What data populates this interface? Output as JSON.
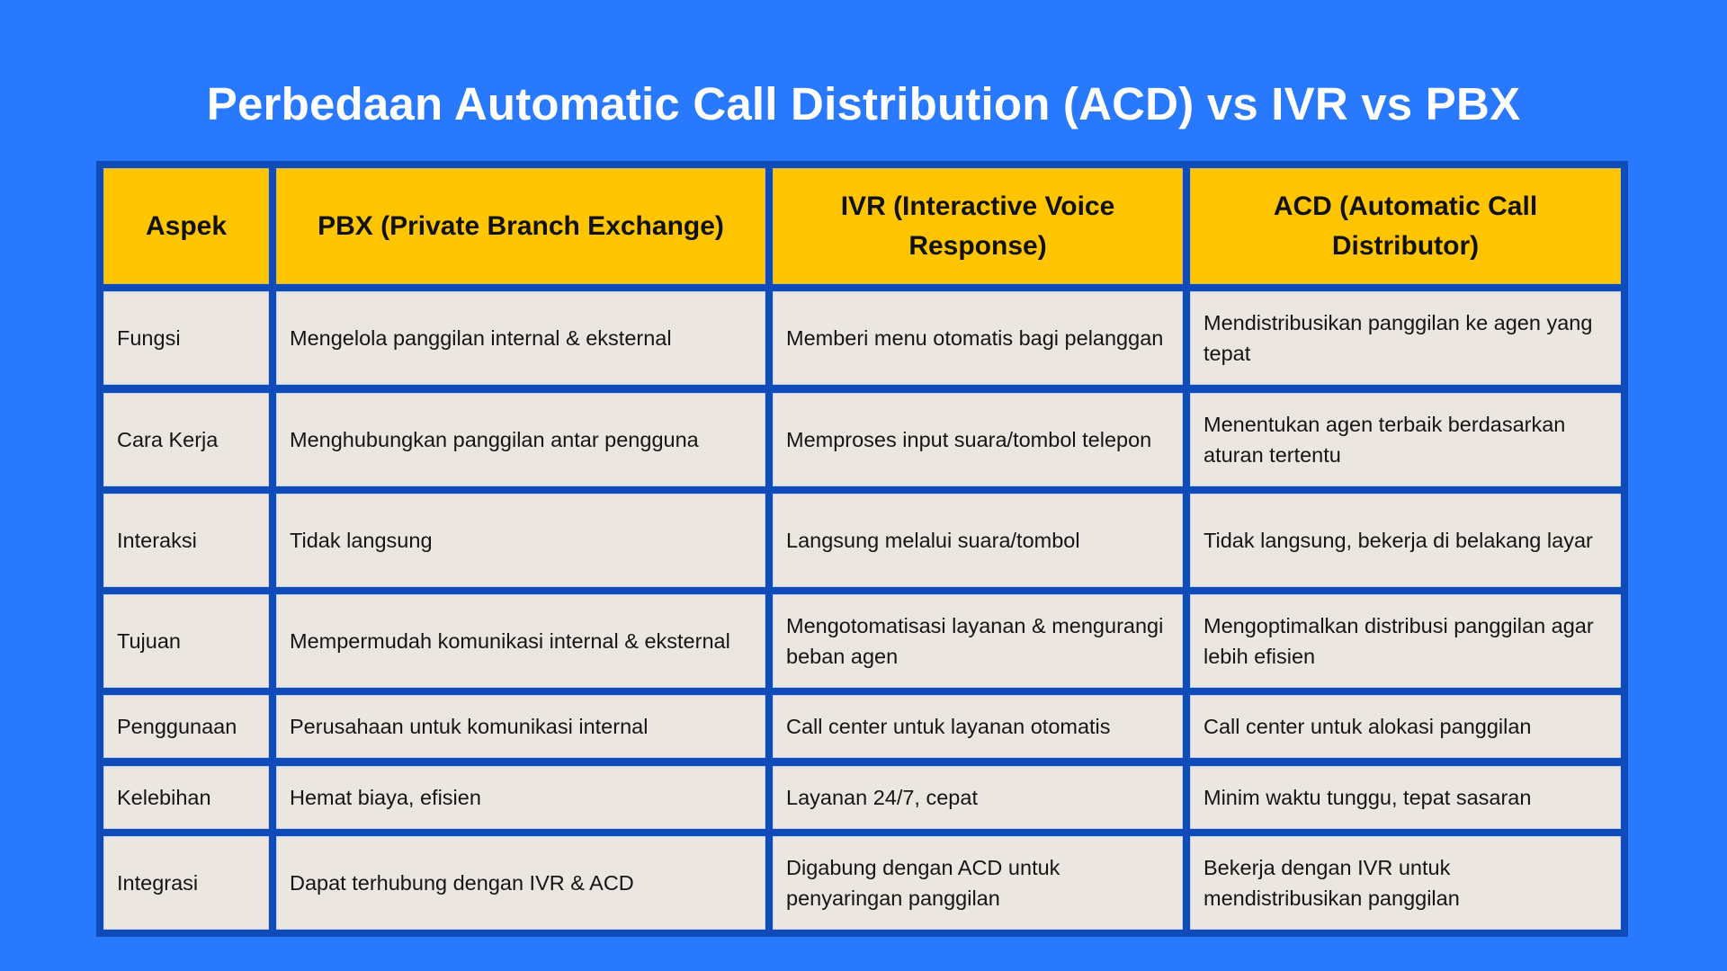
{
  "title": "Perbedaan Automatic Call Distribution (ACD) vs IVR vs PBX",
  "colors": {
    "background": "#2979fe",
    "table_border": "#0f4cba",
    "header_bg": "#ffc501",
    "cell_bg": "#ece6e1",
    "text": "#151515",
    "title_text": "#ffffff"
  },
  "table": {
    "headers": [
      "Aspek",
      "PBX (Private Branch Exchange)",
      "IVR (Interactive Voice Response)",
      "ACD (Automatic Call Distributor)"
    ],
    "rows": [
      [
        "Fungsi",
        "Mengelola panggilan internal & eksternal",
        "Memberi menu otomatis bagi pelanggan",
        "Mendistribusikan panggilan ke agen yang tepat"
      ],
      [
        "Cara Kerja",
        "Menghubungkan panggilan antar pengguna",
        "Memproses input suara/tombol telepon",
        "Menentukan agen terbaik berdasarkan aturan tertentu"
      ],
      [
        "Interaksi",
        "Tidak langsung",
        "Langsung melalui suara/tombol",
        "Tidak langsung, bekerja di belakang layar"
      ],
      [
        "Tujuan",
        "Mempermudah komunikasi internal & eksternal",
        "Mengotomatisasi layanan & mengurangi beban agen",
        "Mengoptimalkan distribusi panggilan agar lebih efisien"
      ],
      [
        "Penggunaan",
        "Perusahaan untuk komunikasi internal",
        "Call center untuk layanan otomatis",
        "Call center untuk alokasi panggilan"
      ],
      [
        "Kelebihan",
        "Hemat biaya, efisien",
        "Layanan 24/7, cepat",
        "Minim waktu tunggu, tepat sasaran"
      ],
      [
        "Integrasi",
        "Dapat terhubung dengan IVR & ACD",
        "Digabung dengan ACD untuk penyaringan panggilan",
        "Bekerja dengan IVR untuk mendistribusikan panggilan"
      ]
    ]
  }
}
